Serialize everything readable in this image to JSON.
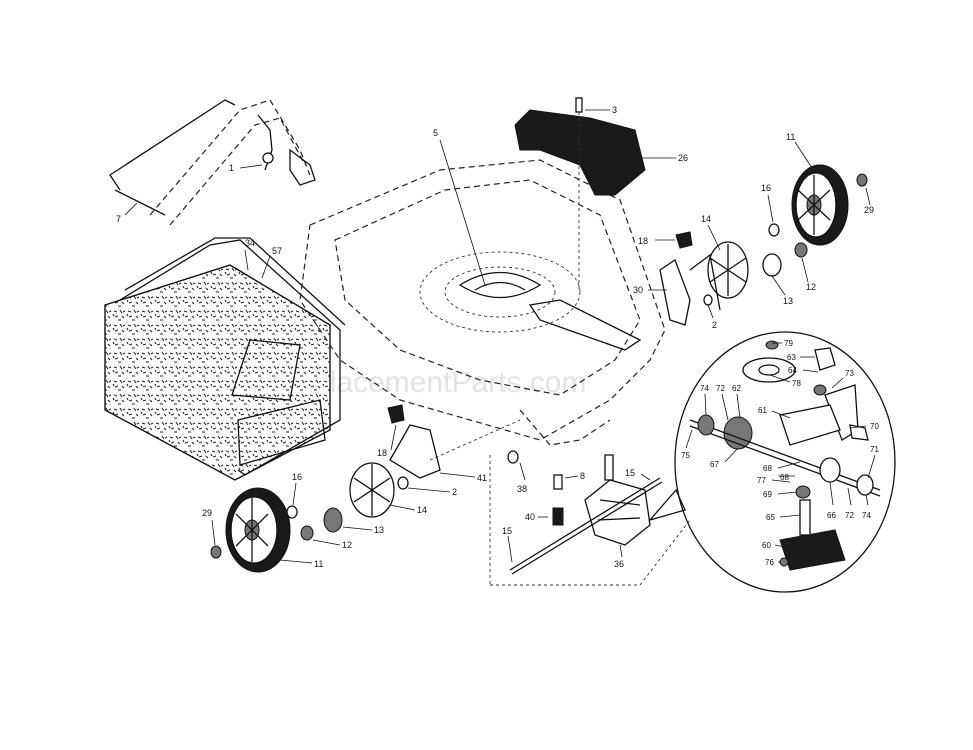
{
  "watermark": "eReplacementParts.com",
  "callouts": {
    "c1": "1",
    "c7": "7",
    "c34": "34",
    "c57": "57",
    "c5": "5",
    "c3": "3",
    "c26": "26",
    "c11_top": "11",
    "c16_top": "16",
    "c29_top": "29",
    "c18_top": "18",
    "c14_top": "14",
    "c30": "30",
    "c2_top": "2",
    "c13_top": "13",
    "c12_top": "12",
    "c18_bot": "18",
    "c41": "41",
    "c2_bot": "2",
    "c16_bot": "16",
    "c14_bot": "14",
    "c13_bot": "13",
    "c12_bot": "12",
    "c29_bot": "29",
    "c11_bot": "11",
    "c38": "38",
    "c8": "8",
    "c40": "40",
    "c15a": "15",
    "c15b": "15",
    "c36": "36",
    "c79": "79",
    "c63": "63",
    "c64": "64",
    "c78": "78",
    "c73": "73",
    "c74a": "74",
    "c72a": "72",
    "c62": "62",
    "c61": "61",
    "c70": "70",
    "c75": "75",
    "c67": "67",
    "c71": "71",
    "c68a": "68",
    "c77": "77",
    "c68b": "68",
    "c69": "69",
    "c65": "65",
    "c66": "66",
    "c72b": "72",
    "c74b": "74",
    "c60": "60",
    "c76": "76"
  },
  "colors": {
    "ink": "#111111",
    "fill_dark": "#1a1a1a",
    "fill_mid": "#777777",
    "background": "#ffffff"
  }
}
